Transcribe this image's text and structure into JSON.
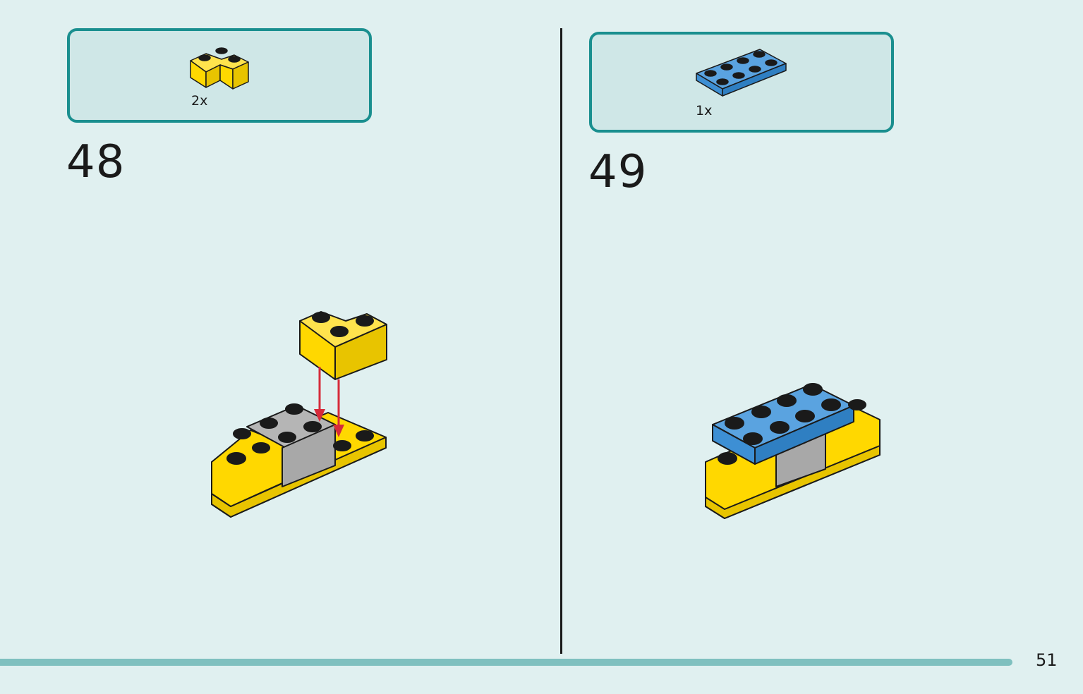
{
  "steps": [
    {
      "number": "48",
      "part_quantity": "2x",
      "part": "yellow-corner-brick-icon"
    },
    {
      "number": "49",
      "part_quantity": "1x",
      "part": "blue-2x4-plate-icon"
    }
  ],
  "page_number": "51",
  "colors": {
    "background": "#e0f0f0",
    "parts_box_border": "#1a8f8f",
    "parts_box_fill": "#cfe7e7",
    "yellow": "#ffd800",
    "blue": "#3d8fd4",
    "grey": "#a8a8a8",
    "arrow": "#d62b3a",
    "progress": "#7fc0bf"
  }
}
